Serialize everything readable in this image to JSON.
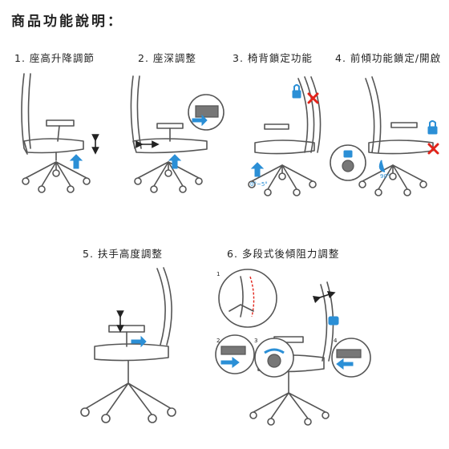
{
  "title": "商品功能說明：",
  "features": [
    {
      "label": "1. 座高升降調節"
    },
    {
      "label": "2. 座深調整"
    },
    {
      "label": "3. 椅背鎖定功能"
    },
    {
      "label": "4. 前傾功能鎖定/開啟"
    },
    {
      "label": "5. 扶手高度調整"
    },
    {
      "label": "6. 多段式後傾阻力調整"
    }
  ],
  "annotations": {
    "angle_small": "0°~5°",
    "angle_large": "90°",
    "step_1": "1",
    "step_2": "2",
    "step_3": "3",
    "step_4": "4"
  },
  "colors": {
    "accent_blue": "#2b8fd6",
    "lock_red": "#e2231a",
    "line": "#555555"
  }
}
